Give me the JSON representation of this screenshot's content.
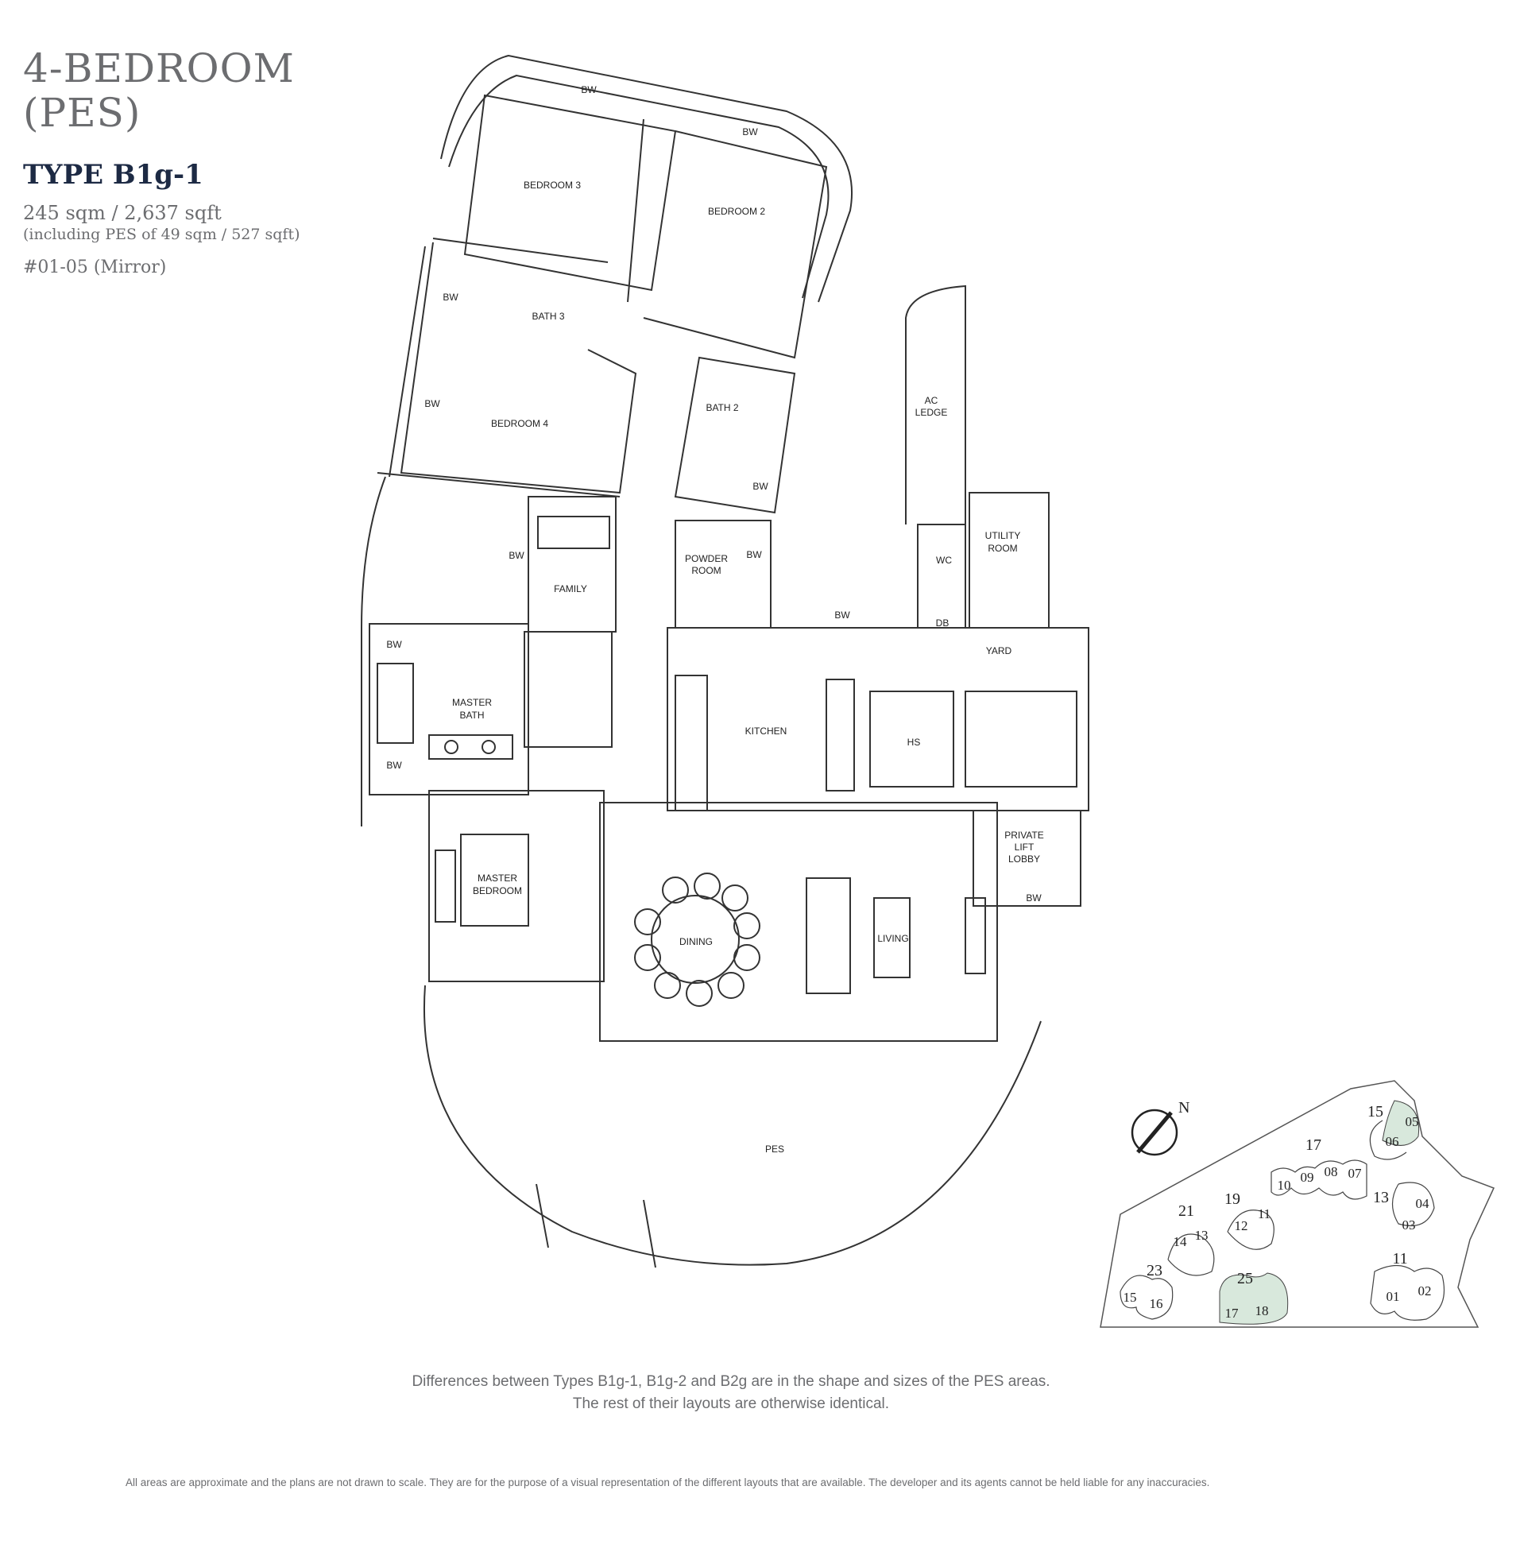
{
  "header": {
    "title_line1": "4-BEDROOM",
    "title_line2": "(PES)",
    "type": "TYPE B1g-1",
    "area": "245 sqm / 2,637 sqft",
    "pes_area": "(including PES of 49 sqm / 527 sqft)",
    "unit": "#01-05 (Mirror)"
  },
  "rooms": {
    "bw": "BW",
    "bedroom3": "BEDROOM 3",
    "bedroom2": "BEDROOM 2",
    "bath3": "BATH 3",
    "bedroom4": "BEDROOM 4",
    "bath2": "BATH 2",
    "ac_ledge_1": "AC",
    "ac_ledge_2": "LEDGE",
    "powder_1": "POWDER",
    "powder_2": "ROOM",
    "family": "FAMILY",
    "wc": "WC",
    "utility_1": "UTILITY",
    "utility_2": "ROOM",
    "db": "DB",
    "yard": "YARD",
    "master_bath_1": "MASTER",
    "master_bath_2": "BATH",
    "kitchen": "KITCHEN",
    "hs": "HS",
    "lift_1": "PRIVATE",
    "lift_2": "LIFT",
    "lift_3": "LOBBY",
    "master_bed_1": "MASTER",
    "master_bed_2": "BEDROOM",
    "dining": "DINING",
    "living": "LIVING",
    "pes": "PES"
  },
  "site_plan": {
    "north": "N",
    "blocks": [
      "15",
      "17",
      "19",
      "21",
      "13",
      "11",
      "23",
      "25"
    ],
    "units": [
      "05",
      "06",
      "10",
      "09",
      "08",
      "07",
      "12",
      "11",
      "14",
      "13",
      "04",
      "03",
      "15",
      "16",
      "17",
      "18",
      "01",
      "02"
    ],
    "highlight_color": "#d8e8dc"
  },
  "notes": {
    "line1": "Differences between Types B1g-1, B1g-2 and B2g are in the shape and sizes of the PES areas.",
    "line2": "The rest of their layouts are otherwise identical.",
    "disclaimer": "All areas are approximate and the plans are not drawn to scale. They are for the purpose of a visual representation of the different layouts that are available. The developer and its agents cannot be held liable for any inaccuracies."
  }
}
